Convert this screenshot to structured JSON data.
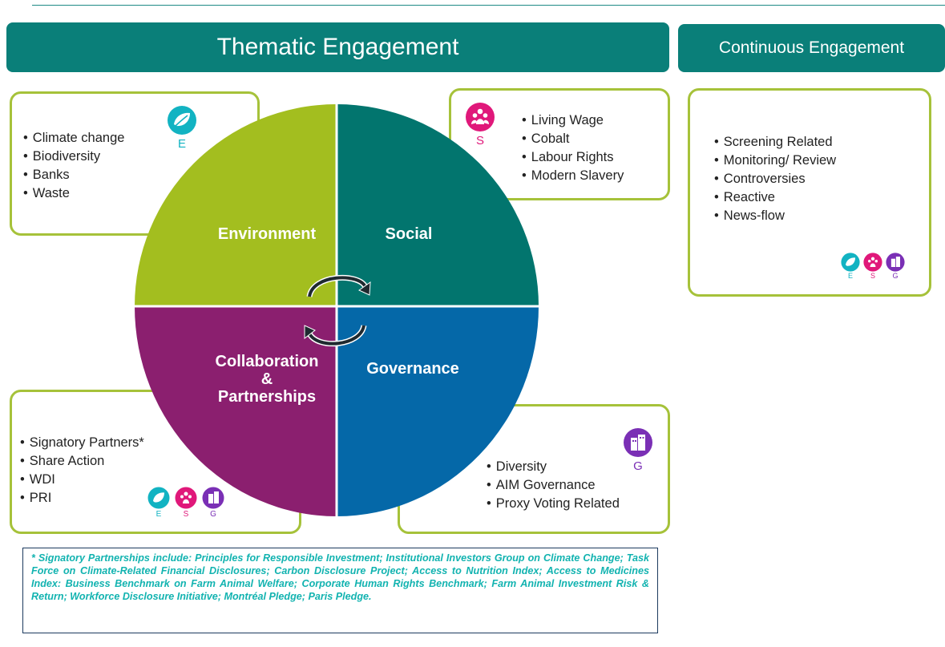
{
  "headers": {
    "thematic": "Thematic Engagement",
    "continuous": "Continuous Engagement"
  },
  "quadrants": {
    "environment": "Environment",
    "social": "Social",
    "collaboration": [
      "Collaboration",
      "&",
      "Partnerships"
    ],
    "governance": "Governance"
  },
  "environment_box": {
    "items": [
      "Climate change",
      "Biodiversity",
      "Banks",
      "Waste"
    ],
    "icon_letter": "E"
  },
  "social_box": {
    "items": [
      "Living Wage",
      "Cobalt",
      "Labour Rights",
      "Modern Slavery"
    ],
    "icon_letter": "S"
  },
  "collaboration_box": {
    "items": [
      "Signatory Partners*",
      "Share Action",
      "WDI",
      "PRI"
    ],
    "icon_letters": [
      "E",
      "S",
      "G"
    ]
  },
  "governance_box": {
    "items": [
      "Diversity",
      "AIM Governance",
      "Proxy Voting Related"
    ],
    "icon_letter": "G"
  },
  "continuous_box": {
    "items": [
      "Screening Related",
      "Monitoring/ Review",
      "Controversies",
      "Reactive",
      "News-flow"
    ],
    "icon_letters": [
      "E",
      "S",
      "G"
    ]
  },
  "footnote": "* Signatory Partnerships include: Principles for Responsible Investment; Institutional Investors Group on Climate Change; Task Force on Climate-Related Financial Disclosures; Carbon Disclosure Project; Access to Nutrition Index; Access to Medicines Index: Business Benchmark on Farm Animal Welfare; Corporate Human Rights Benchmark; Farm Animal Investment Risk & Return; Workforce Disclosure Initiative; Montréal Pledge; Paris Pledge.",
  "colors": {
    "teal_header": "#0a7f79",
    "environment": "#a3be1f",
    "social": "#02756e",
    "collaboration": "#8b1f6f",
    "governance": "#0568a8",
    "icon_e": "#12b3c2",
    "icon_s": "#e0187a",
    "icon_g": "#7a2fb5",
    "box_border": "#a6c23a",
    "footnote_text": "#12b3b0"
  }
}
